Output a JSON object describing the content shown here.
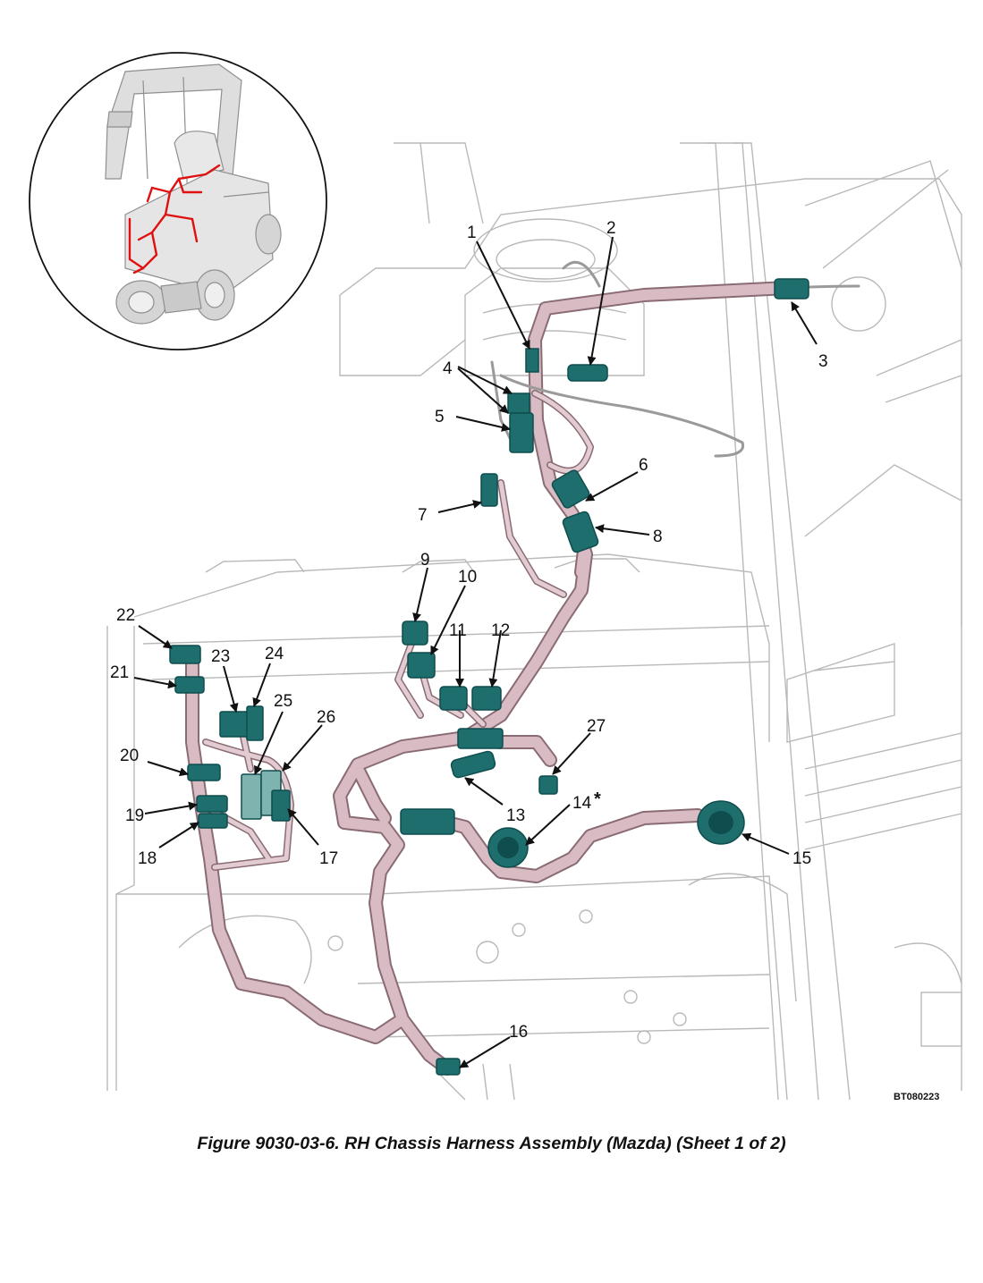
{
  "figure": {
    "caption": "Figure 9030-03-6. RH Chassis Harness Assembly (Mazda) (Sheet 1 of 2)",
    "drawing_id": "BT080223",
    "inset": {
      "icon": "forklift-overview-icon"
    },
    "callouts": [
      "1",
      "2",
      "3",
      "4",
      "5",
      "6",
      "7",
      "8",
      "9",
      "10",
      "11",
      "12",
      "13",
      "14",
      "15",
      "16",
      "17",
      "18",
      "19",
      "20",
      "21",
      "22",
      "23",
      "24",
      "25",
      "26",
      "27"
    ],
    "callout_14_mark": "*",
    "colors": {
      "harness": "#d9bcc3",
      "harness_outline": "#8a6b74",
      "connector": "#1f6e6e",
      "connector_dark": "#0f4d4f",
      "linework": "#b7b7b7",
      "inset_harness": "#e01010"
    }
  }
}
